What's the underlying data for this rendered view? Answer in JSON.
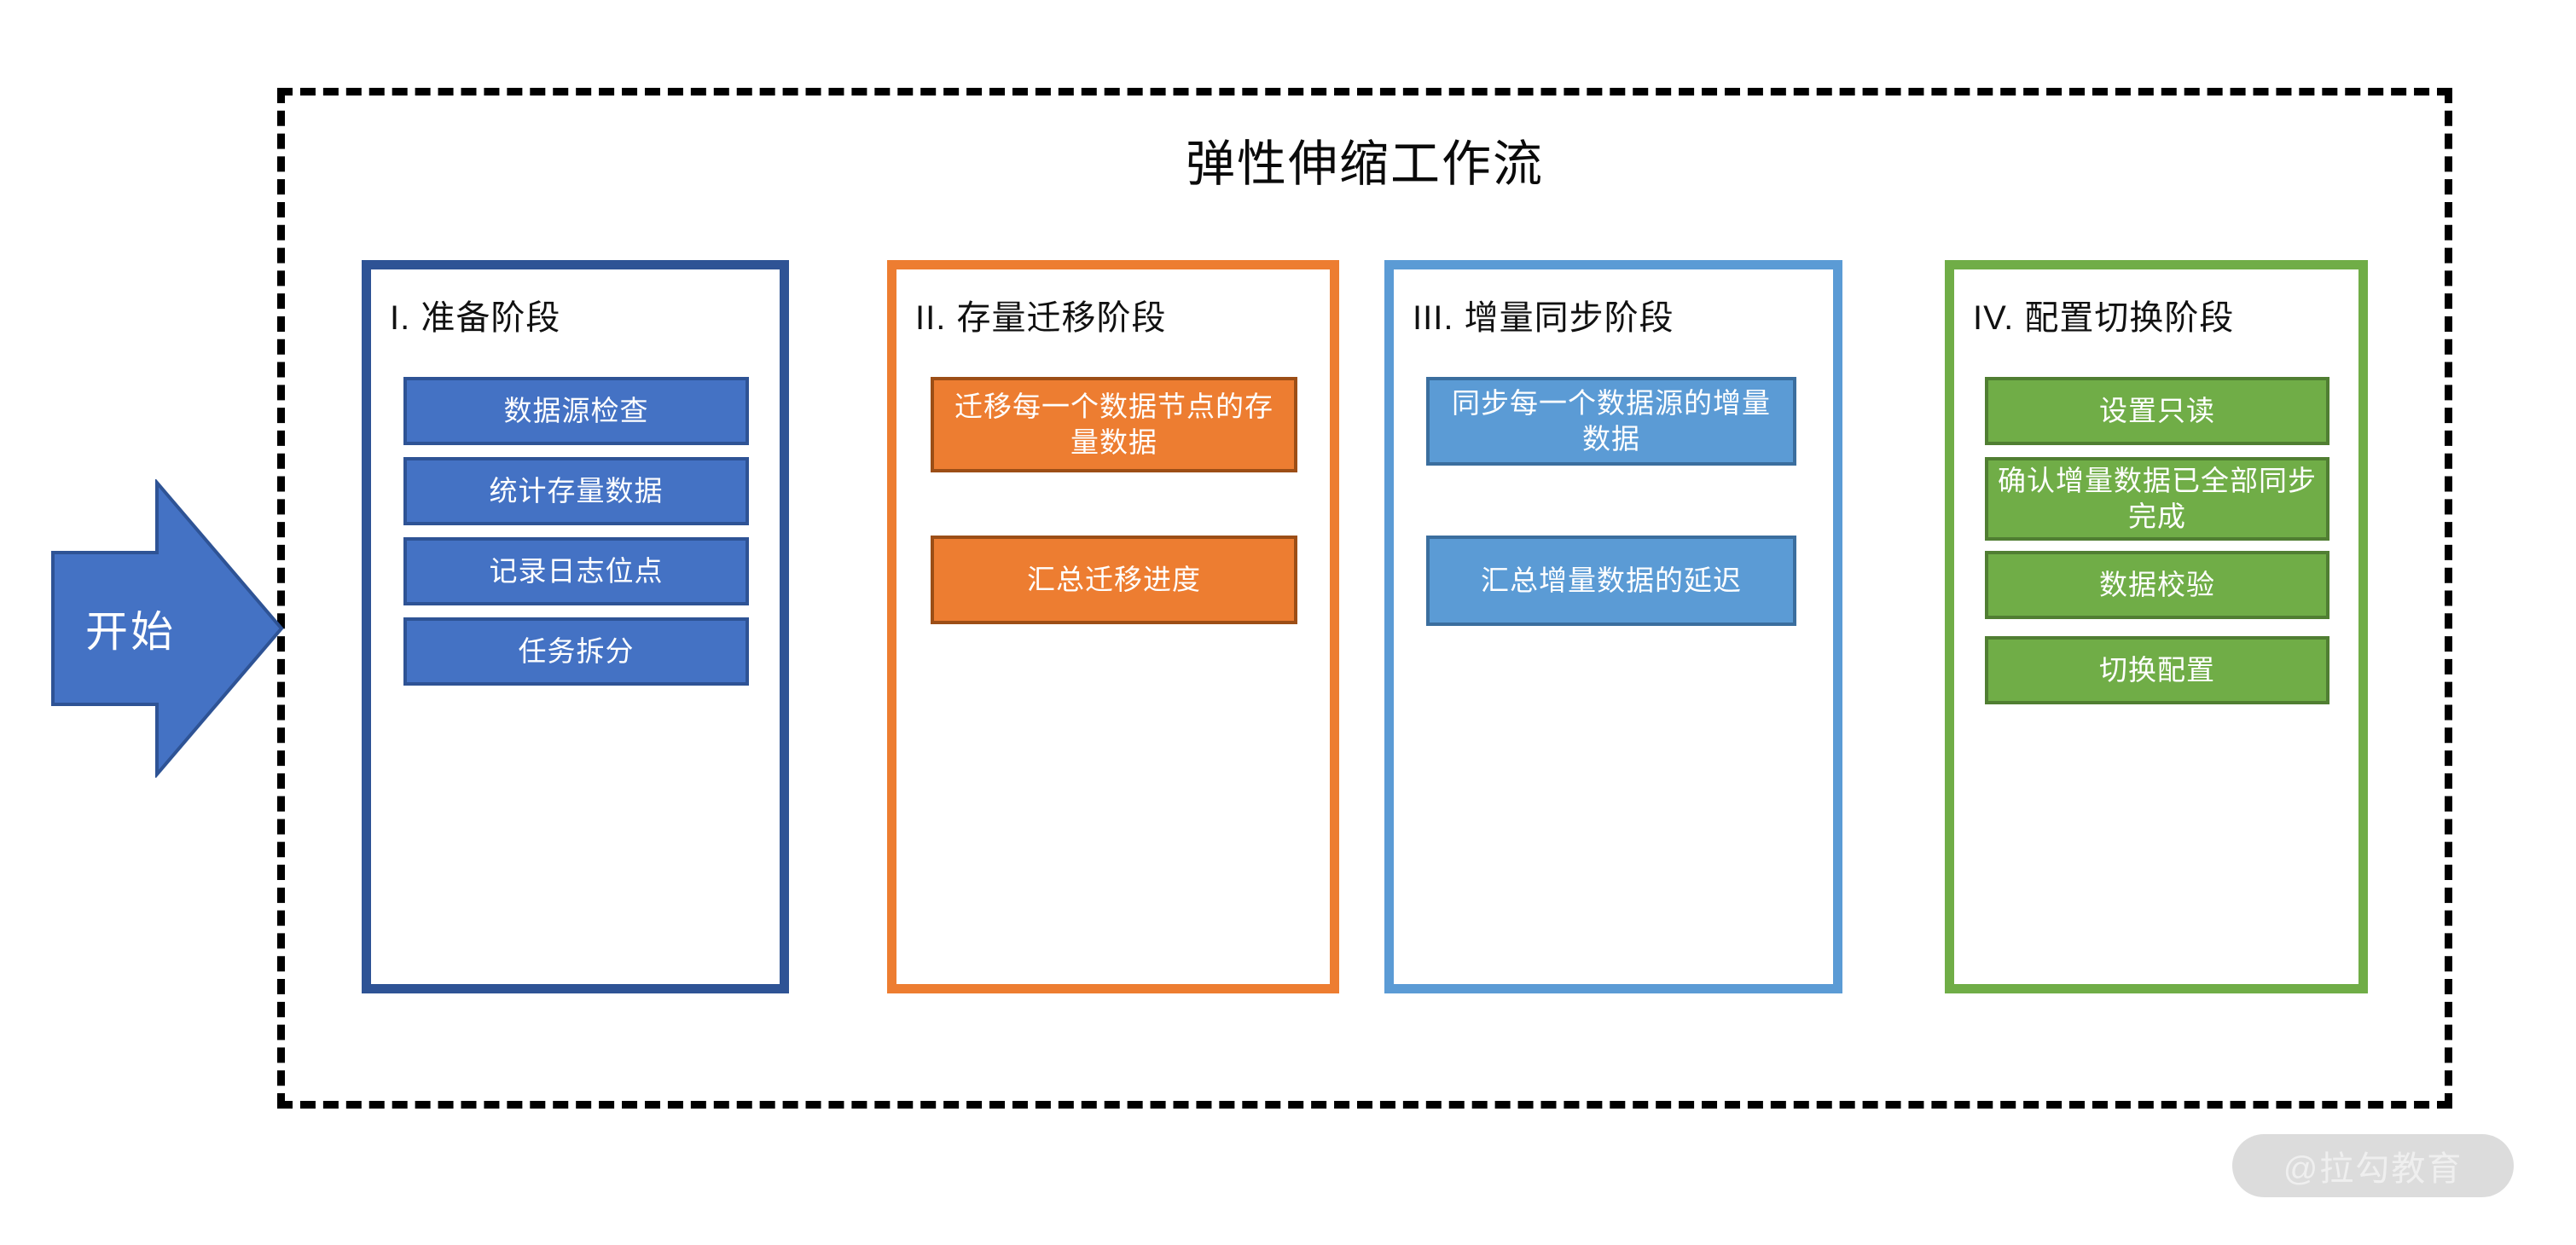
{
  "diagram": {
    "title": "弹性伸缩工作流",
    "start": {
      "label": "开始",
      "color": "#4472C4"
    },
    "watermark": {
      "text": "@拉勾教育"
    },
    "colors": {
      "phase1": "#4472C4",
      "phase1_border": "#2E5395",
      "phase2": "#ED7D31",
      "phase2_border": "#9C4E16",
      "phase3": "#5B9BD5",
      "phase3_border": "#3B6E9E",
      "phase4": "#70AD47",
      "phase4_border": "#507E32",
      "container_border": "#000000",
      "watermark_bg": "#DCDCDC"
    },
    "phases": [
      {
        "header": "I. 准备阶段",
        "steps": [
          {
            "label": "数据源检查"
          },
          {
            "label": "统计存量数据"
          },
          {
            "label": "记录日志位点"
          },
          {
            "label": "任务拆分"
          }
        ]
      },
      {
        "header": "II. 存量迁移阶段",
        "steps": [
          {
            "label": "迁移每一个数据节点的存量数据"
          },
          {
            "label": "汇总迁移进度"
          }
        ]
      },
      {
        "header": "III. 增量同步阶段",
        "steps": [
          {
            "label": "同步每一个数据源的增量数据"
          },
          {
            "label": "汇总增量数据的延迟"
          }
        ]
      },
      {
        "header": "IV. 配置切换阶段",
        "steps": [
          {
            "label": "设置只读"
          },
          {
            "label": "确认增量数据已全部同步完成"
          },
          {
            "label": "数据校验"
          },
          {
            "label": "切换配置"
          }
        ]
      }
    ]
  }
}
